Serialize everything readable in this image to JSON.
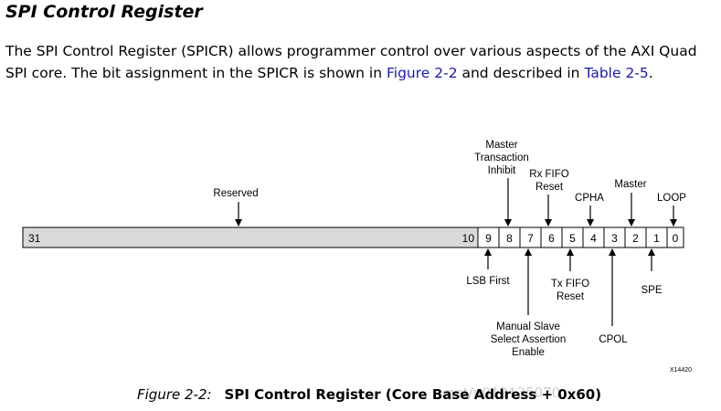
{
  "title": "SPI Control Register",
  "paragraph": {
    "text_1": "The SPI Control Register (SPICR) allows programmer control over various aspects of the AXI Quad SPI core. The bit assignment in the SPICR is shown in ",
    "link_1": "Figure 2-2",
    "text_2": " and described in ",
    "link_2": "Table 2-5",
    "text_3": ".",
    "link_color": "#1a1aa8"
  },
  "register": {
    "reserved_high": "31",
    "reserved_low": "10",
    "bits": [
      "9",
      "8",
      "7",
      "6",
      "5",
      "4",
      "3",
      "2",
      "1",
      "0"
    ],
    "reserved_fill": "#d9d9d9"
  },
  "labels_above": {
    "reserved": "Reserved",
    "master_transaction_inhibit": [
      "Master",
      "Transaction",
      "Inhibit"
    ],
    "rx_fifo_reset": [
      "Rx FIFO",
      "Reset"
    ],
    "cpha": "CPHA",
    "master": "Master",
    "loop": "LOOP"
  },
  "labels_below": {
    "lsb_first": "LSB First",
    "manual_slave_select": [
      "Manual Slave",
      "Select Assertion",
      "Enable"
    ],
    "tx_fifo_reset": [
      "Tx FIFO",
      "Reset"
    ],
    "cpol": "CPOL",
    "spe": "SPE"
  },
  "figure_id": "X14420",
  "caption": {
    "label": "Figure 2-2:",
    "title": "SPI Control Register (Core Base Address + 0x60)"
  },
  "watermark": "net/u012135070"
}
